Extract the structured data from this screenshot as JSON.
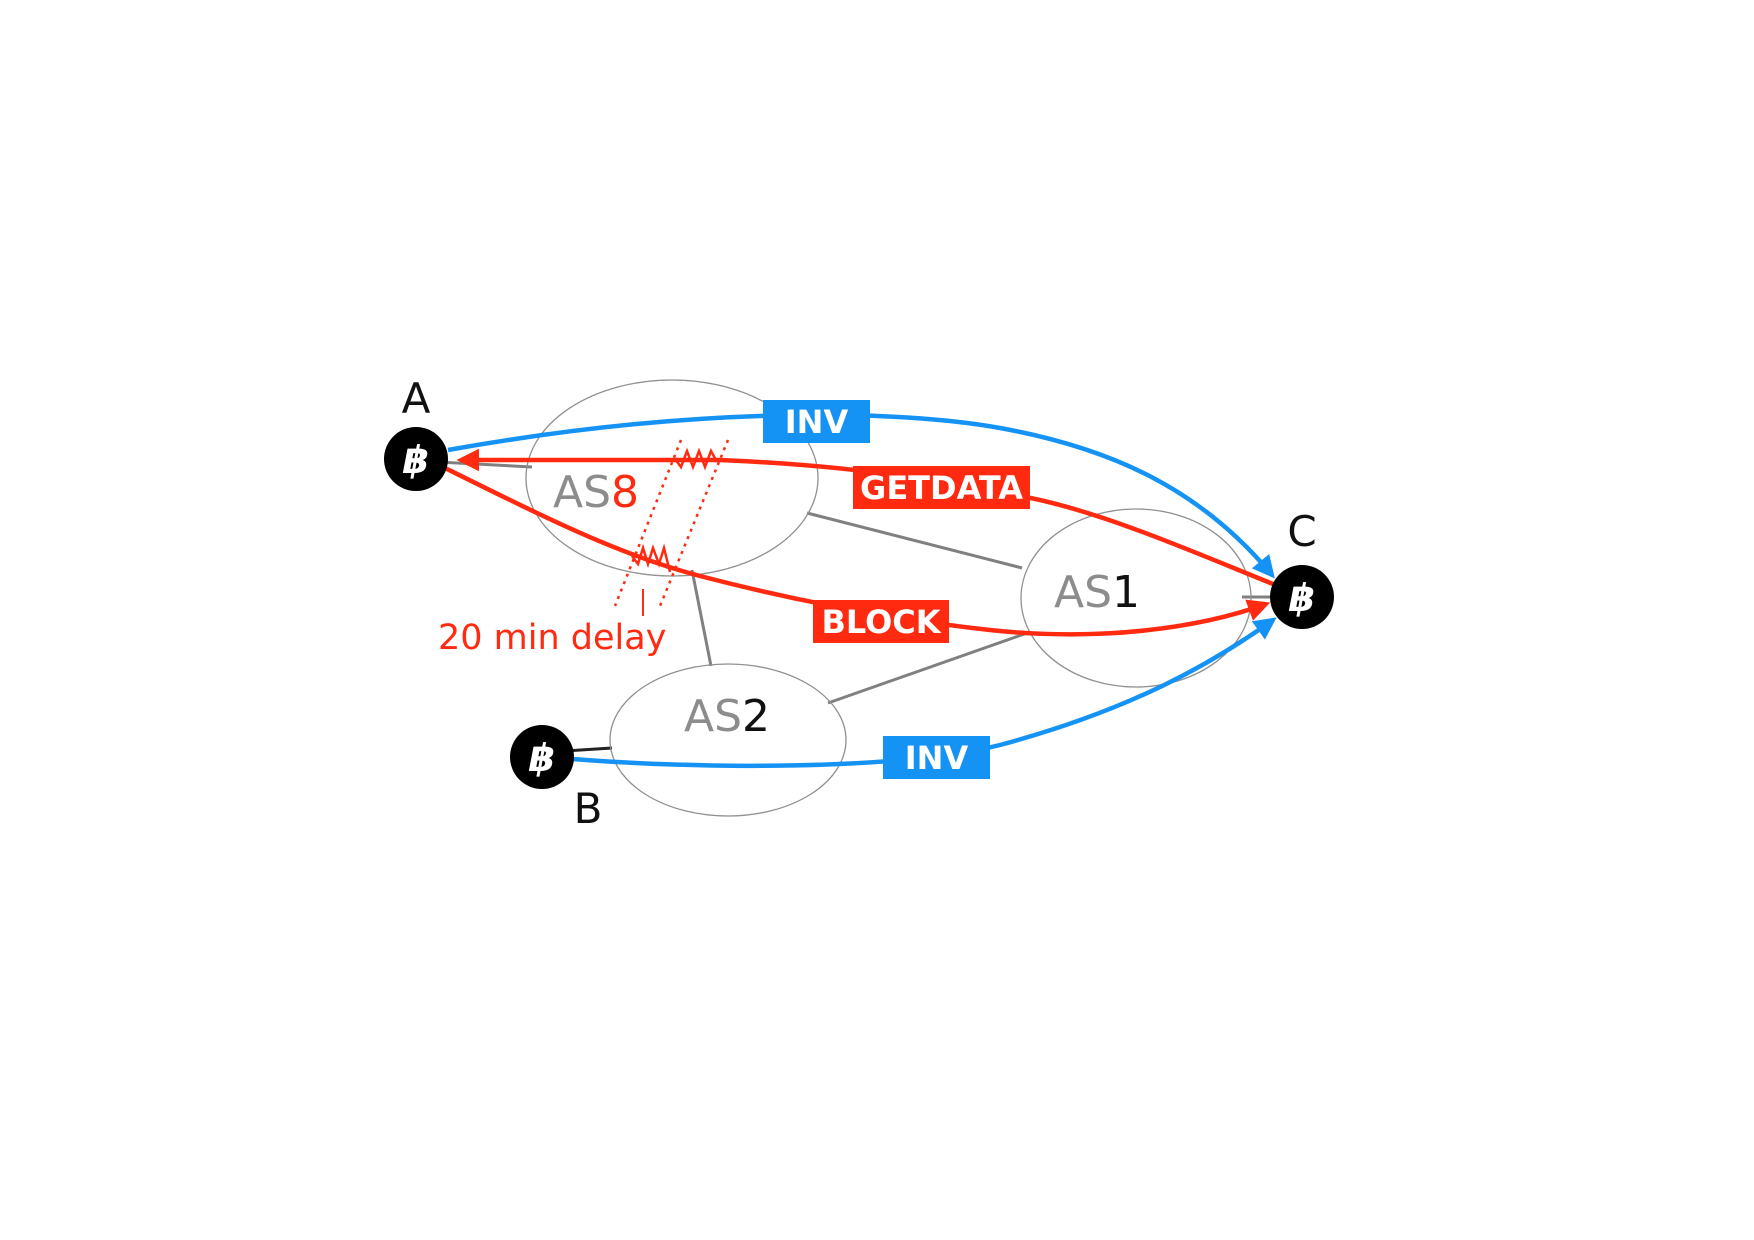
{
  "nodes": [
    {
      "id": "A",
      "label": "A",
      "icon": "bitcoin-icon"
    },
    {
      "id": "B",
      "label": "B",
      "icon": "bitcoin-icon"
    },
    {
      "id": "C",
      "label": "C",
      "icon": "bitcoin-icon"
    }
  ],
  "autonomous_systems": [
    {
      "id": "as8",
      "prefix": "AS",
      "number": "8",
      "number_color": "#ff2a10"
    },
    {
      "id": "as1",
      "prefix": "AS",
      "number": "1",
      "number_color": "#111111"
    },
    {
      "id": "as2",
      "prefix": "AS",
      "number": "2",
      "number_color": "#111111"
    }
  ],
  "messages": {
    "inv_top": {
      "label": "INV",
      "color": "#1593f5",
      "from": "A",
      "to": "C"
    },
    "getdata": {
      "label": "GETDATA",
      "color": "#ff2a10",
      "from": "C",
      "to": "A"
    },
    "block": {
      "label": "BLOCK",
      "color": "#ff2a10",
      "from": "A",
      "to": "C"
    },
    "inv_bottom": {
      "label": "INV",
      "color": "#1593f5",
      "from": "B",
      "to": "C"
    }
  },
  "annotation": {
    "delay_label": "20 min delay",
    "color": "#ff2a10"
  },
  "icons": {
    "bitcoin": "bitcoin-icon",
    "bitcoin_glyph": "฿"
  },
  "colors": {
    "link": "#808080",
    "node_fill": "#000000",
    "cloud_stroke": "#909090"
  }
}
